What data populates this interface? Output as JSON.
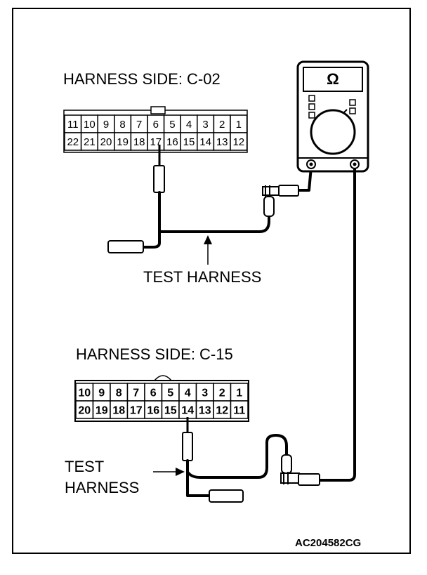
{
  "connector_c02": {
    "title": "HARNESS SIDE: C-02",
    "top_row": [
      "11",
      "10",
      "9",
      "8",
      "7",
      "6",
      "5",
      "4",
      "3",
      "2",
      "1"
    ],
    "bottom_row": [
      "22",
      "21",
      "20",
      "19",
      "18",
      "17",
      "16",
      "15",
      "14",
      "13",
      "12"
    ],
    "probed_pin": "17"
  },
  "connector_c15": {
    "title": "HARNESS SIDE: C-15",
    "top_row": [
      "10",
      "9",
      "8",
      "7",
      "6",
      "5",
      "4",
      "3",
      "2",
      "1"
    ],
    "bottom_row": [
      "20",
      "19",
      "18",
      "17",
      "16",
      "15",
      "14",
      "13",
      "12",
      "11"
    ],
    "probed_pin": "14"
  },
  "meter": {
    "symbol": "Ω"
  },
  "labels": {
    "test_harness_upper": "TEST HARNESS",
    "test_harness_lower_line1": "TEST",
    "test_harness_lower_line2": "HARNESS"
  },
  "figure_code": "AC204582CG"
}
